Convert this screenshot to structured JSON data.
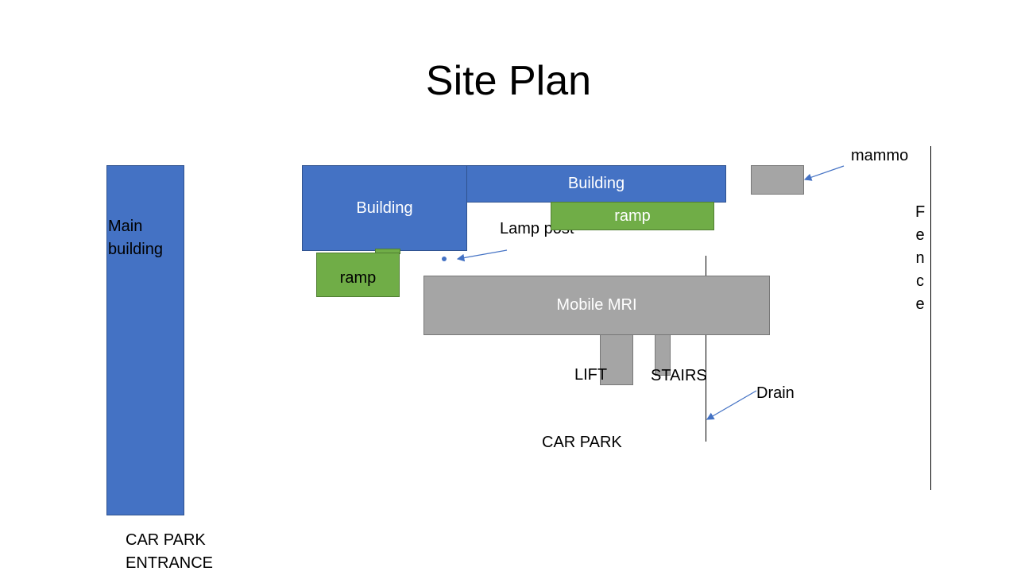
{
  "title": "Site Plan",
  "shapes": {
    "main_building": "Main\nbuilding",
    "building_left": "Building",
    "building_top": "Building",
    "ramp_left": "ramp",
    "ramp_top": "ramp",
    "mobile_mri": "Mobile MRI"
  },
  "labels": {
    "main_building_line1": "Main",
    "main_building_line2": "building",
    "lamp_post": "Lamp post",
    "mammo": "mammo",
    "fence_letters": [
      "F",
      "e",
      "n",
      "c",
      "e"
    ],
    "lift": "LIFT",
    "stairs": "STAIRS",
    "drain": "Drain",
    "car_park": "CAR PARK",
    "car_park_entrance_line1": "CAR PARK",
    "car_park_entrance_line2": "ENTRANCE"
  },
  "colors": {
    "building": "#4472c4",
    "ramp": "#70ad47",
    "structure": "#a5a5a5",
    "arrow": "#4472c4"
  }
}
